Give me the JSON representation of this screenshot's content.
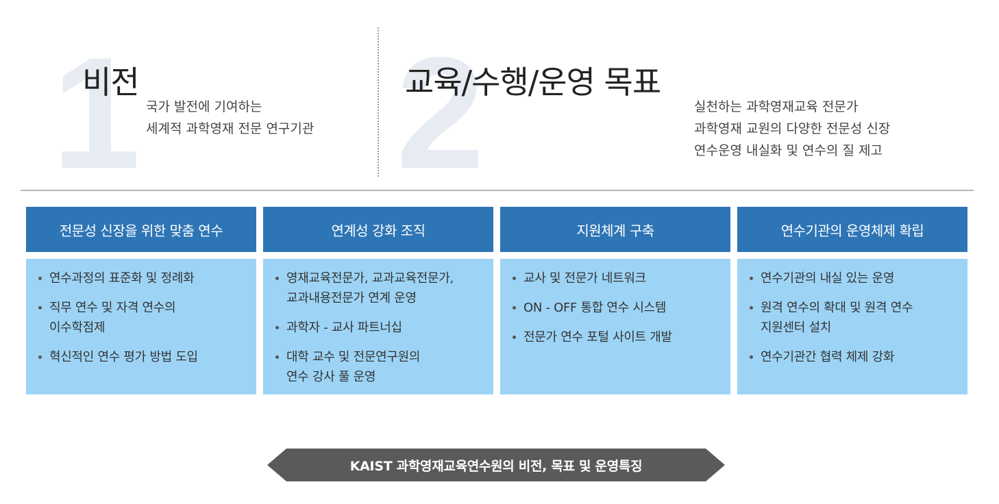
{
  "vision": {
    "number": "1",
    "title": "비전",
    "lines": [
      "국가 발전에 기여하는",
      "세계적 과학영재 전문 연구기관"
    ]
  },
  "goals": {
    "number": "2",
    "title": "교육/수행/운영 목표",
    "lines": [
      "실천하는 과학영재교육 전문가",
      "과학영재 교원의 다양한 전문성 신장",
      "연수운영 내실화 및 연수의 질 제고"
    ]
  },
  "columns": [
    {
      "header": "전문성 신장을 위한 맞춤 연수",
      "items": [
        [
          "연수과정의 표준화 및 정례화"
        ],
        [
          "직무 연수 및 자격 연수의",
          "이수학점제"
        ],
        [
          "혁신적인 연수 평가 방법 도입"
        ]
      ]
    },
    {
      "header": "연계성 강화 조직",
      "items": [
        [
          "영재교육전문가, 교과교육전문가,",
          "교과내용전문가 연계 운영"
        ],
        [
          "과학자 - 교사 파트너십"
        ],
        [
          "대학 교수 및 전문연구원의",
          "연수 강사 풀 운영"
        ]
      ]
    },
    {
      "header": "지원체계 구축",
      "items": [
        [
          "교사 및 전문가 네트워크"
        ],
        [
          "ON - OFF 통합 연수 시스템"
        ],
        [
          "전문가 연수 포털 사이트 개발"
        ]
      ]
    },
    {
      "header": "연수기관의 운영체제 확립",
      "items": [
        [
          "연수기관의 내실 있는 운영"
        ],
        [
          "원격 연수의 확대 및 원격 연수",
          "지원센터 설치"
        ],
        [
          "연수기관간 협력 체제 강화"
        ]
      ]
    }
  ],
  "banner": {
    "text": "KAIST 과학영재교육연수원의 비전, 목표 및 운영특징"
  },
  "colors": {
    "header_blue": "#2e75b6",
    "body_light_blue": "#9dd4f6",
    "banner_gray": "#5a5a5a",
    "big_number": "#e7ebf2"
  }
}
